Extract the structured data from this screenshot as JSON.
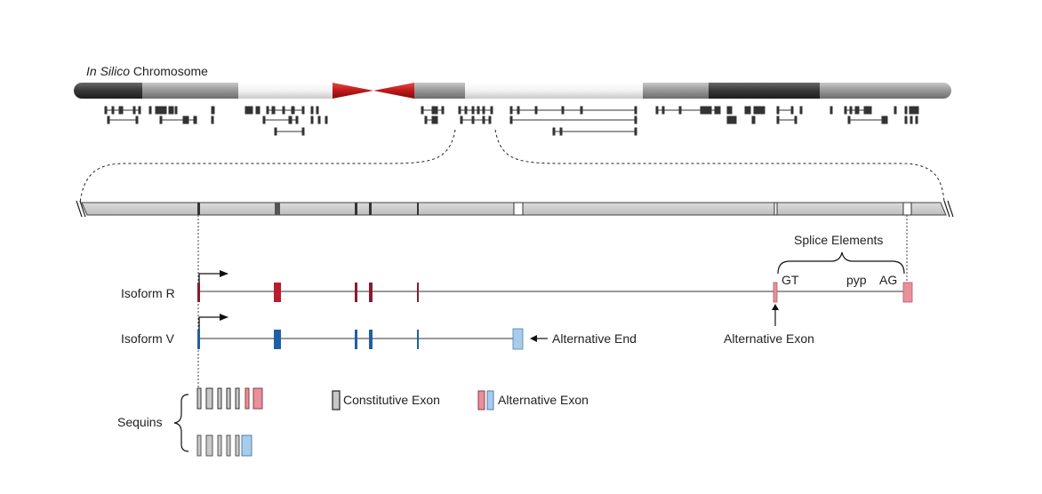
{
  "chromosome": {
    "title_italic": "In Silico",
    "title_rest": " Chromosome"
  },
  "isoforms": [
    {
      "name": "Isoform R"
    },
    {
      "name": "Isoform V"
    }
  ],
  "annotations": {
    "splice_elements": "Splice Elements",
    "gt": "GT",
    "pyp": "pyp",
    "ag": "AG",
    "alternative_exon": "Alternative Exon",
    "alternative_end": "Alternative End"
  },
  "legend": {
    "sequins": "Sequins",
    "constitutive": "Constitutive Exon",
    "alternative": "Alternative Exon"
  },
  "colors": {
    "isoform_r": "#8b1a2b",
    "isoform_r_alt": "#e8919a",
    "isoform_v": "#1f5fa8",
    "isoform_v_alt": "#a8cdea",
    "centromere": "#c81e1e",
    "gene_track": "#777777"
  }
}
